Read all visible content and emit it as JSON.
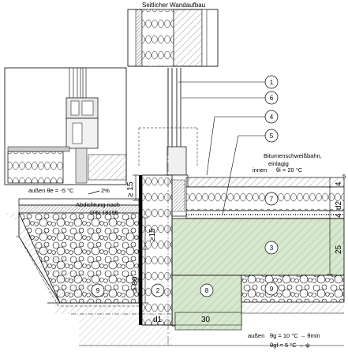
{
  "title": "Seitlicher Wandaufbau",
  "labels": {
    "bitumen_line1": "Bitumenschweißbahn,",
    "bitumen_line2": "einlagig",
    "innen": "innen",
    "theta_i": "θi = 20 °C",
    "aussen_top": "außen θe = -5 °C",
    "slope": "2%",
    "abdichtung_line1": "Abdichtung nach",
    "abdichtung_line2": "DIN 18195",
    "aussen_bottom": "außen",
    "theta_g": "θg = 10 °C → θmin",
    "theta_gf": "θgf = 5 °C → ψ"
  },
  "callouts": [
    "1",
    "6",
    "4",
    "5",
    "7",
    "3",
    "2",
    "8",
    "9",
    "9"
  ],
  "dimensions": {
    "ge15_top": "≥ 15",
    "ge15_mid": "≥15",
    "ge80": "≥ 80",
    "d1": "d1",
    "d2": "d2",
    "thirty": "30",
    "four_top": "4",
    "five": "5",
    "four_mid": "4",
    "twentyfive": "25"
  },
  "colors": {
    "concrete_green": "#d7e8cf",
    "line": "#000000",
    "gravel_fill": "#ffffff"
  }
}
